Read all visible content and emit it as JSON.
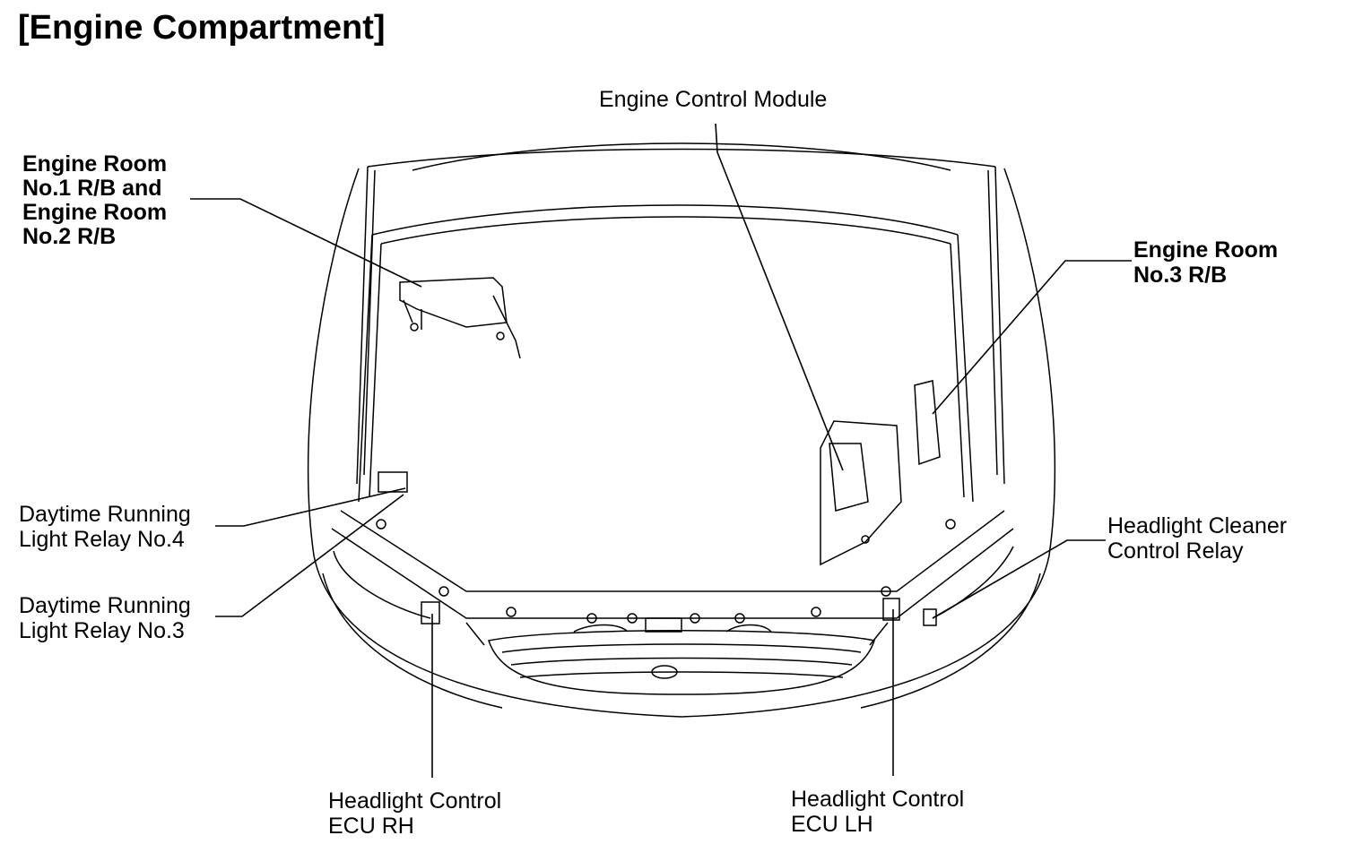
{
  "title": "[Engine Compartment]",
  "labels": {
    "ecm": [
      "Engine Control Module"
    ],
    "er12": [
      "Engine Room",
      "No.1 R/B and",
      "Engine Room",
      "No.2 R/B"
    ],
    "er3": [
      "Engine Room",
      "No.3 R/B"
    ],
    "drl4": [
      "Daytime Running",
      "Light Relay No.4"
    ],
    "drl3": [
      "Daytime Running",
      "Light Relay No.3"
    ],
    "hcr": [
      "Headlight Cleaner",
      "Control Relay"
    ],
    "hrh": [
      "Headlight Control",
      "ECU RH"
    ],
    "hlh": [
      "Headlight Control",
      "ECU LH"
    ]
  }
}
